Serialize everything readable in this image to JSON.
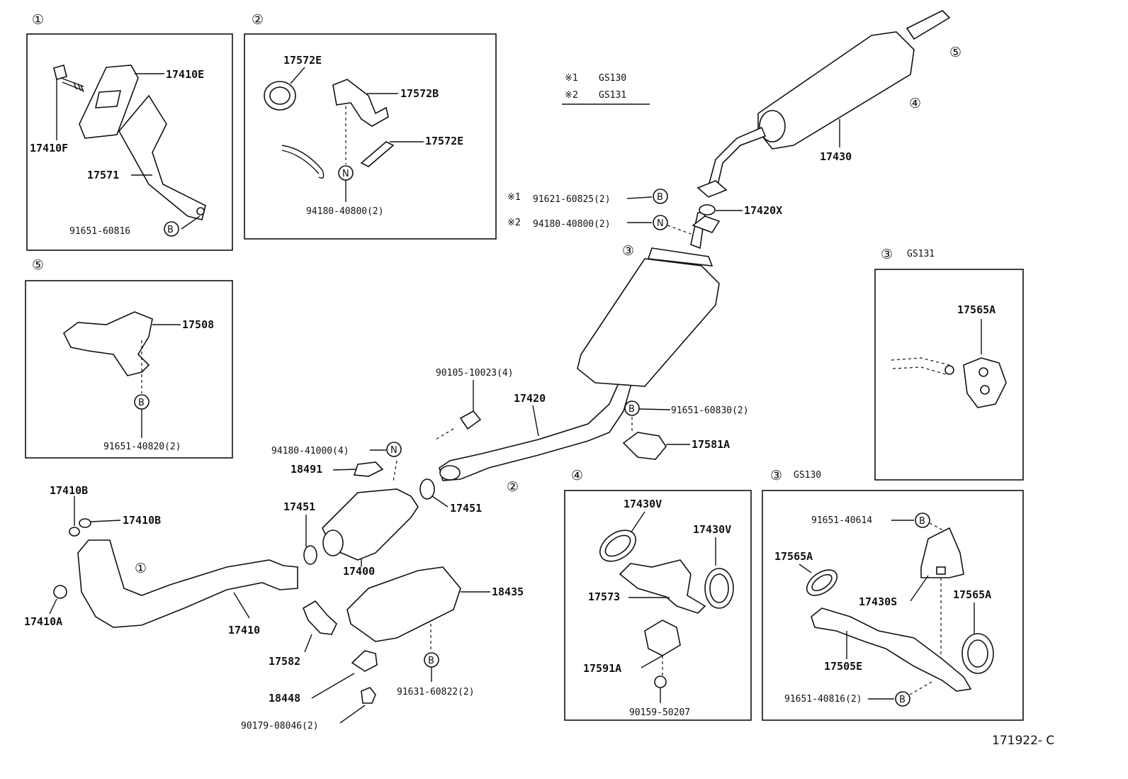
{
  "notes": {
    "n1": "※1",
    "n1_model": "GS130",
    "n2": "※2",
    "n2_model": "GS131"
  },
  "groups": {
    "g1": "①",
    "g2": "②",
    "g3": "③",
    "g4": "④",
    "g5": "⑤",
    "g3_gs131_model": "GS131",
    "g3_gs130_model": "GS130"
  },
  "markers": {
    "b": "B",
    "n": "N"
  },
  "parts": {
    "p17410E": "17410E",
    "p17410F": "17410F",
    "p17571": "17571",
    "p91651_60816": "91651-60816",
    "p17572E_a": "17572E",
    "p17572B": "17572B",
    "p17572E_b": "17572E",
    "p94180_40800_a": "94180-40800(2)",
    "p17508": "17508",
    "p91651_40820": "91651-40820(2)",
    "p17410B_a": "17410B",
    "p17410B_b": "17410B",
    "p17410A": "17410A",
    "p17410": "17410",
    "p94180_41000": "94180-41000(4)",
    "p18491": "18491",
    "p17451_a": "17451",
    "p17451_b": "17451",
    "p17400": "17400",
    "p18435": "18435",
    "p17582": "17582",
    "p18448": "18448",
    "p91631_60822": "91631-60822(2)",
    "p90179_08046": "90179-08046(2)",
    "p90105_10023": "90105-10023(4)",
    "p17420": "17420",
    "p91651_60830": "91651-60830(2)",
    "p17581A": "17581A",
    "p91621_60825": "91621-60825(2)",
    "p94180_40800_b": "94180-40800(2)",
    "p17420X": "17420X",
    "p17430": "17430",
    "p17565A_gs131": "17565A",
    "p17430V_a": "17430V",
    "p17430V_b": "17430V",
    "p17573": "17573",
    "p17591A": "17591A",
    "p90159_50207": "90159-50207",
    "p91651_40614": "91651-40614",
    "p17565A_a": "17565A",
    "p17430S": "17430S",
    "p17565A_b": "17565A",
    "p17505E": "17505E",
    "p91651_40816": "91651-40816(2)"
  },
  "figure_id": "171922- C"
}
